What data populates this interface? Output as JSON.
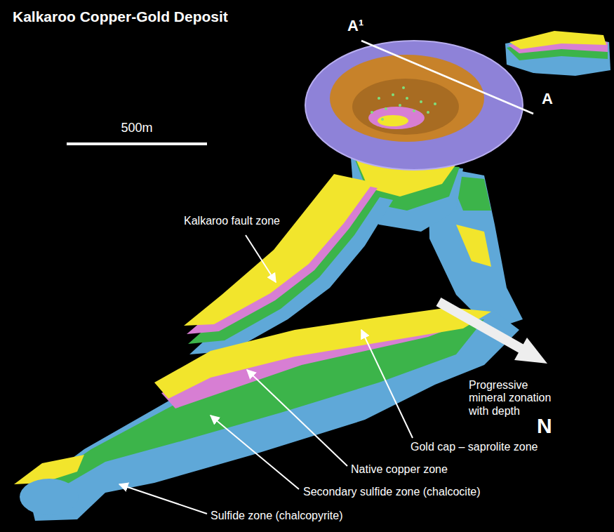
{
  "diagram": {
    "title": "Kalkaroo Copper-Gold Deposit",
    "labels": [
      "500m",
      "A¹",
      "A",
      "Kalkaroo fault zone",
      "Progressive mineral zonation with depth",
      "N",
      "Gold cap – saprolite zone",
      "Native copper zone",
      "Secondary sulfide zone (chalcocite)",
      "Sulfide zone (chalcopyrite)"
    ]
  }
}
